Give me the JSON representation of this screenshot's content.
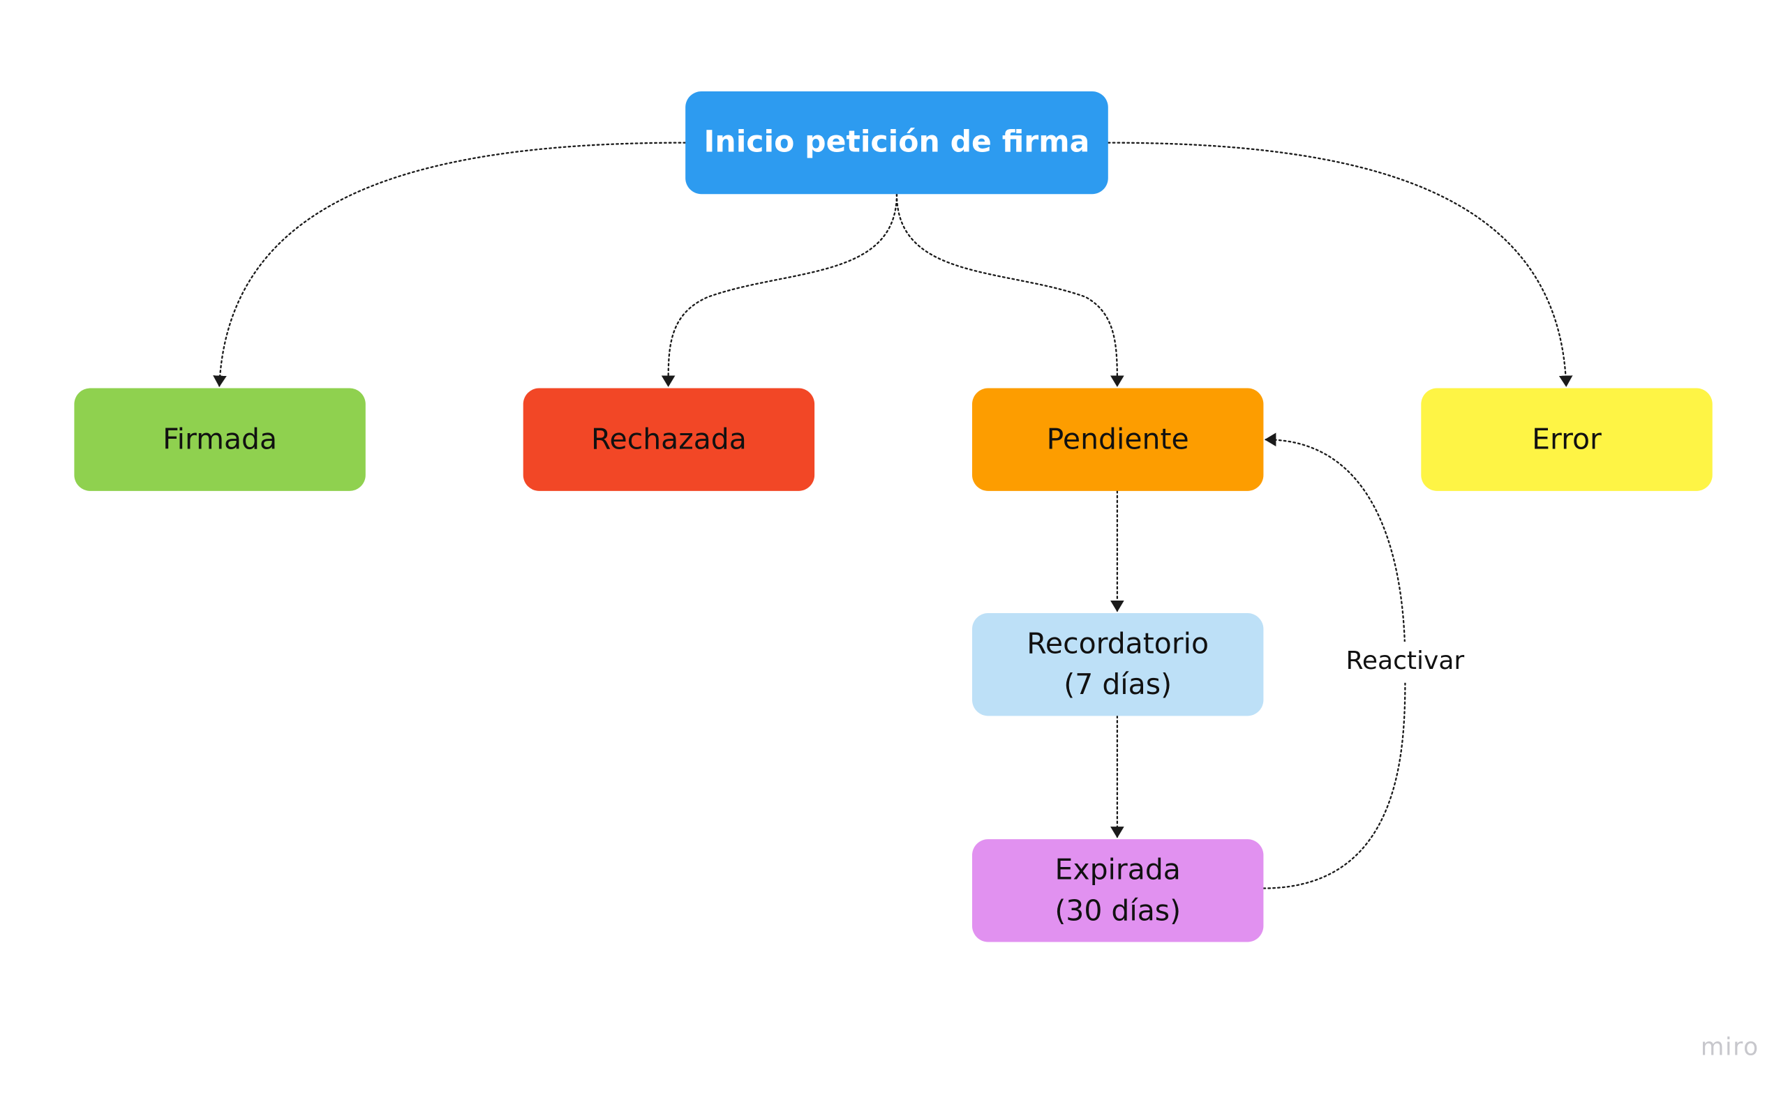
{
  "diagram": {
    "nodes": {
      "root": {
        "label": "Inicio petición de firma",
        "color": "#2d9bf0"
      },
      "firmada": {
        "label": "Firmada",
        "color": "#8fd14f"
      },
      "rechazada": {
        "label": "Rechazada",
        "color": "#f24726"
      },
      "pendiente": {
        "label": "Pendiente",
        "color": "#fd9d00"
      },
      "error": {
        "label": "Error",
        "color": "#fef445"
      },
      "recordatorio": {
        "label": "Recordatorio\n(7 días)",
        "color": "#bde0f7"
      },
      "expirada": {
        "label": "Expirada\n(30 días)",
        "color": "#e191f0"
      }
    },
    "edges": [
      {
        "from": "root",
        "to": "firmada",
        "style": "dotted"
      },
      {
        "from": "root",
        "to": "rechazada",
        "style": "dotted"
      },
      {
        "from": "root",
        "to": "pendiente",
        "style": "dotted"
      },
      {
        "from": "root",
        "to": "error",
        "style": "dotted"
      },
      {
        "from": "pendiente",
        "to": "recordatorio",
        "style": "dotted"
      },
      {
        "from": "recordatorio",
        "to": "expirada",
        "style": "dotted"
      },
      {
        "from": "expirada",
        "to": "pendiente",
        "style": "dotted",
        "label": "Reactivar"
      }
    ],
    "edge_color": "#1a1a1a"
  },
  "watermark": "miro"
}
